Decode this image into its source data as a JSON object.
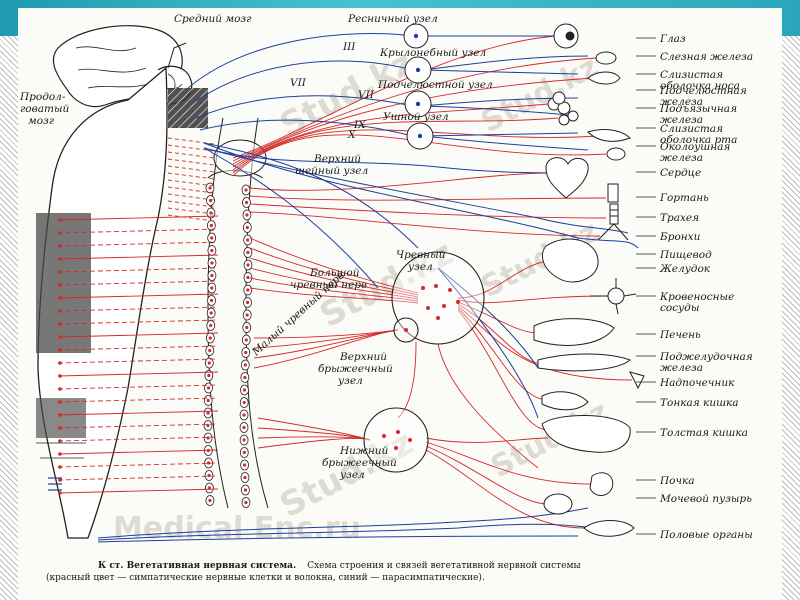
{
  "labels": {
    "midbrain": "Средний мозг",
    "medulla_1": "Продол-",
    "medulla_2": "говатый",
    "medulla_3": "мозг",
    "ciliary": "Ресничный узел",
    "pterygopalatine": "Крылонебный узел",
    "submandibular": "Подчелюстной узел",
    "otic": "Ушной узел",
    "superior_cervical_1": "Верхний",
    "superior_cervical_2": "шейный узел",
    "celiac_1": "Чревный",
    "celiac_2": "узел",
    "greater_splanchnic_1": "Большой",
    "greater_splanchnic_2": "чревный нерв",
    "lesser_splanchnic": "Малый чревный нерв",
    "superior_mesenteric_1": "Верхний",
    "superior_mesenteric_2": "брыжеечный",
    "superior_mesenteric_3": "узел",
    "inferior_mesenteric_1": "Нижний",
    "inferior_mesenteric_2": "брыжеечный",
    "inferior_mesenteric_3": "узел"
  },
  "nerve_numerals": [
    "III",
    "VII",
    "VII",
    "IX",
    "X"
  ],
  "organs": [
    [
      "Глаз"
    ],
    [
      "Слезная железа"
    ],
    [
      "Слизистая",
      "оболочка носа"
    ],
    [
      "Подчелюстная",
      "железа"
    ],
    [
      "Подъязычная",
      "железа"
    ],
    [
      "Слизистая",
      "оболочка рта"
    ],
    [
      "Околоушная",
      "железа"
    ],
    [
      "Сердце"
    ],
    [
      "Гортань"
    ],
    [
      "Трахея"
    ],
    [
      "Бронхи"
    ],
    [
      "Пищевод"
    ],
    [
      "Желудок"
    ],
    [
      "Кровеносные",
      "сосуды"
    ],
    [
      "Печень"
    ],
    [
      "Поджелудочная",
      "железа"
    ],
    [
      "Надпочечник"
    ],
    [
      "Тонкая кишка"
    ],
    [
      "Толстая кишка"
    ],
    [
      "Почка"
    ],
    [
      "Мочевой пузырь"
    ],
    [
      "Половые органы"
    ]
  ],
  "caption": {
    "line1_bold": "К ст. Вегетативная нервная система.",
    "line1": "Схема строения и связей вегетативной нервной системы",
    "line2": "(красный цвет — симпатические нервные клетки и волокна, синий — парасимпатические)."
  },
  "watermarks": [
    "Stud.kz",
    "Stud.kz",
    "Stud.kz",
    "Stud.kz",
    "Stud.kz",
    "Stud.kz",
    "Medical Enc.ru"
  ],
  "colors": {
    "sympathetic": "#d42a2a",
    "parasympathetic": "#1d3f9a",
    "header": "#2aa6bb"
  }
}
